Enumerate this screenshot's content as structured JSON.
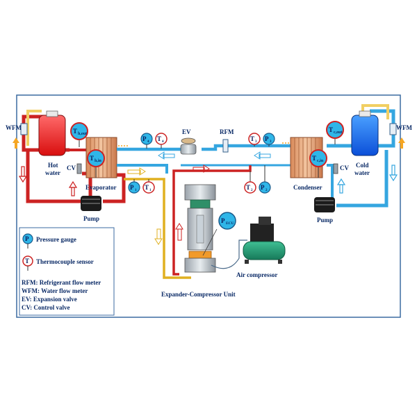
{
  "colors": {
    "hot_pipe": "#cc2222",
    "cold_pipe": "#35a6e0",
    "refrigerant_pipe": "#e0b020",
    "gauge_fill": "#2fb6e8",
    "thermo_ring": "#cc2222",
    "frame": "#3a6aa0"
  },
  "labels": {
    "wfm_left": "WFM",
    "wfm_right": "WFM",
    "hot_water_line1": "Hot",
    "hot_water_line2": "water",
    "cold_water_line1": "Cold",
    "cold_water_line2": "water",
    "cv_left": "CV",
    "cv_right": "CV",
    "evaporator": "Evaporator",
    "condenser": "Condenser",
    "pump_left": "Pump",
    "pump_right": "Pump",
    "ev": "EV",
    "rfm": "RFM",
    "air_compressor": "Air compressor",
    "expander_compressor_unit": "Expander-Compressor Unit"
  },
  "sensors": {
    "t_hout": {
      "main": "T",
      "sub": "h,out"
    },
    "t_hin": {
      "main": "T",
      "sub": "h,in"
    },
    "t_cout": {
      "main": "T",
      "sub": "c,out"
    },
    "t_cin": {
      "main": "T",
      "sub": "c,in"
    },
    "p_ecu": {
      "main": "P",
      "sub": "ECU"
    },
    "p4": {
      "main": "P",
      "sub": "4"
    },
    "t4": {
      "main": "T",
      "sub": "4"
    },
    "t3": {
      "main": "T",
      "sub": "3"
    },
    "p3": {
      "main": "P",
      "sub": "3"
    },
    "p1": {
      "main": "P",
      "sub": "1"
    },
    "t1": {
      "main": "T",
      "sub": "1"
    },
    "t2": {
      "main": "T",
      "sub": "2"
    },
    "p2": {
      "main": "P",
      "sub": "2"
    }
  },
  "legend": {
    "pressure_symbol": "P",
    "pressure_label": "Pressure gauge",
    "thermo_symbol": "T",
    "thermo_label": "Thermocouple sensor",
    "items": [
      "RFM: Refrigerant flow meter",
      "WFM: Water flow meter",
      "EV: Expansion valve",
      "CV: Control valve"
    ]
  }
}
